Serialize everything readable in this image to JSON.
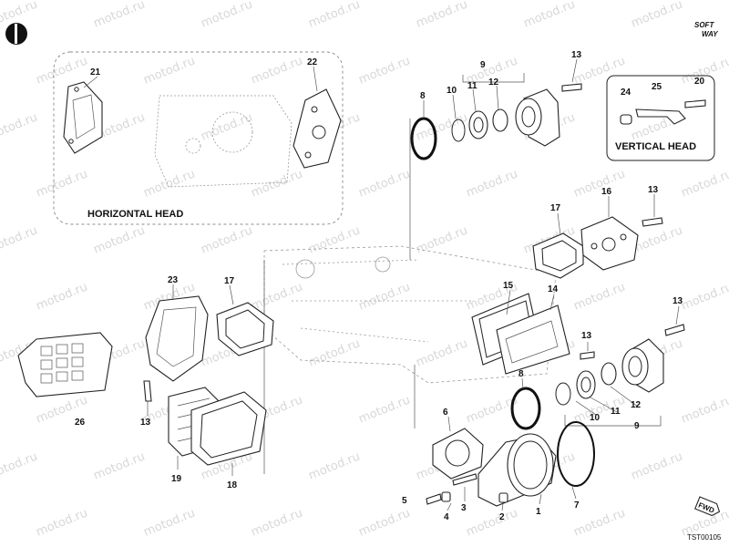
{
  "watermark": "motod.ru",
  "brand": {
    "line1": "SOFT",
    "line2": "WAY"
  },
  "insets": {
    "horizontal_head": "HORIZONTAL HEAD",
    "vertical_head": "VERTICAL HEAD"
  },
  "callouts": {
    "c1": "1",
    "c2": "2",
    "c3": "3",
    "c4": "4",
    "c5": "5",
    "c6": "6",
    "c7": "7",
    "c8a": "8",
    "c8b": "8",
    "c9a": "9",
    "c9b": "9",
    "c10a": "10",
    "c10b": "10",
    "c11a": "11",
    "c11b": "11",
    "c12a": "12",
    "c12b": "12",
    "c13a": "13",
    "c13b": "13",
    "c13c": "13",
    "c13d": "13",
    "c13e": "13",
    "c14": "14",
    "c15": "15",
    "c16": "16",
    "c17a": "17",
    "c17b": "17",
    "c18": "18",
    "c19": "19",
    "c20": "20",
    "c21": "21",
    "c22": "22",
    "c23": "23",
    "c24": "24",
    "c25": "25",
    "c26": "26"
  },
  "fwd_label": "FWD",
  "drawing_code": "TST00105"
}
